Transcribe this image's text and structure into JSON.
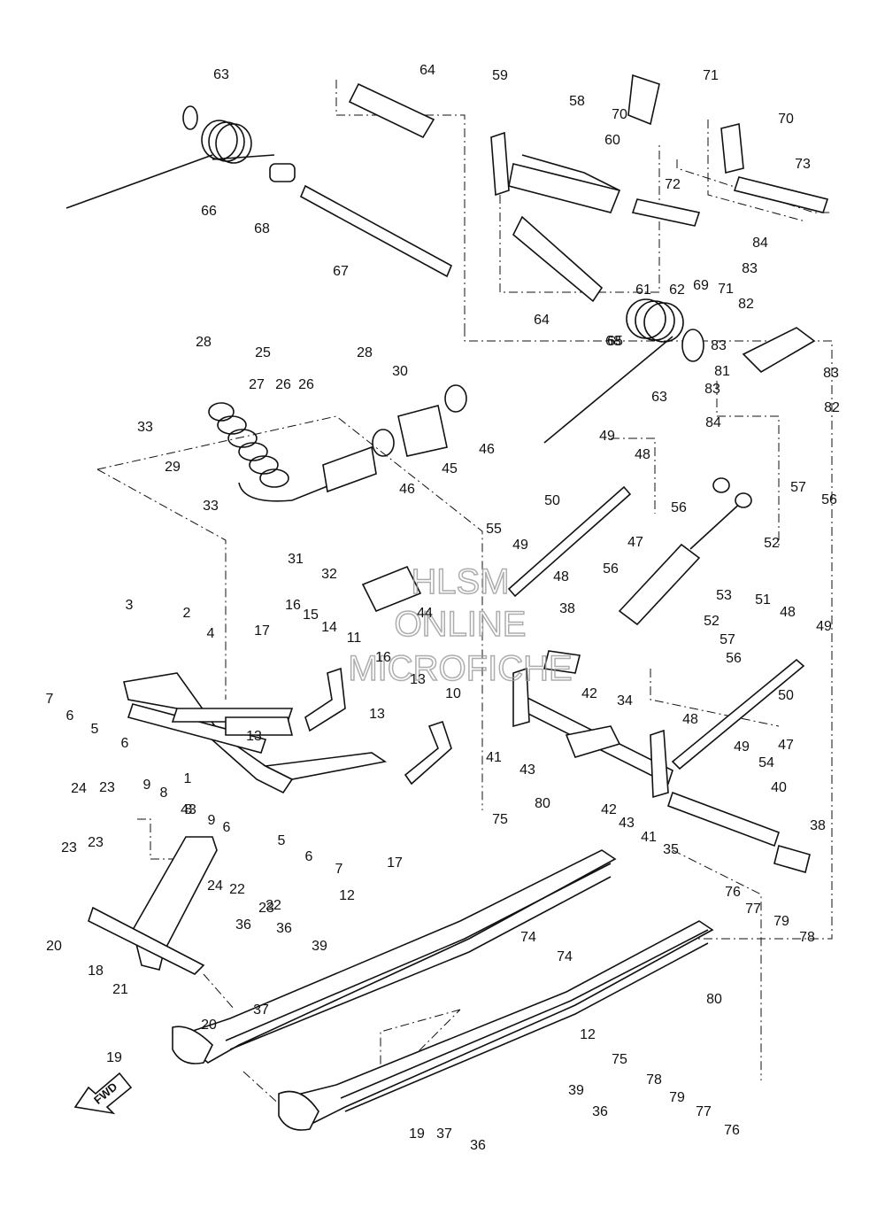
{
  "watermark": {
    "line1": "HLSM",
    "line2": "ONLINE",
    "line3": "MICROFICHE"
  },
  "direction_badge": "FWD",
  "callouts": [
    {
      "n": "63"
    },
    {
      "n": "64"
    },
    {
      "n": "59"
    },
    {
      "n": "70"
    },
    {
      "n": "71"
    },
    {
      "n": "58"
    },
    {
      "n": "60"
    },
    {
      "n": "72"
    },
    {
      "n": "70"
    },
    {
      "n": "73"
    },
    {
      "n": "66"
    },
    {
      "n": "68"
    },
    {
      "n": "67"
    },
    {
      "n": "61"
    },
    {
      "n": "62"
    },
    {
      "n": "69"
    },
    {
      "n": "71"
    },
    {
      "n": "84"
    },
    {
      "n": "83"
    },
    {
      "n": "82"
    },
    {
      "n": "64"
    },
    {
      "n": "68"
    },
    {
      "n": "65"
    },
    {
      "n": "63"
    },
    {
      "n": "83"
    },
    {
      "n": "81"
    },
    {
      "n": "83"
    },
    {
      "n": "83"
    },
    {
      "n": "82"
    },
    {
      "n": "84"
    },
    {
      "n": "28"
    },
    {
      "n": "25"
    },
    {
      "n": "27"
    },
    {
      "n": "26"
    },
    {
      "n": "26"
    },
    {
      "n": "28"
    },
    {
      "n": "30"
    },
    {
      "n": "33"
    },
    {
      "n": "29"
    },
    {
      "n": "46"
    },
    {
      "n": "45"
    },
    {
      "n": "46"
    },
    {
      "n": "33"
    },
    {
      "n": "49"
    },
    {
      "n": "48"
    },
    {
      "n": "50"
    },
    {
      "n": "56"
    },
    {
      "n": "57"
    },
    {
      "n": "56"
    },
    {
      "n": "52"
    },
    {
      "n": "31"
    },
    {
      "n": "32"
    },
    {
      "n": "55"
    },
    {
      "n": "49"
    },
    {
      "n": "47"
    },
    {
      "n": "48"
    },
    {
      "n": "56"
    },
    {
      "n": "53"
    },
    {
      "n": "51"
    },
    {
      "n": "44"
    },
    {
      "n": "38"
    },
    {
      "n": "52"
    },
    {
      "n": "48"
    },
    {
      "n": "57"
    },
    {
      "n": "49"
    },
    {
      "n": "56"
    },
    {
      "n": "3"
    },
    {
      "n": "2"
    },
    {
      "n": "4"
    },
    {
      "n": "17"
    },
    {
      "n": "16"
    },
    {
      "n": "15"
    },
    {
      "n": "14"
    },
    {
      "n": "11"
    },
    {
      "n": "16"
    },
    {
      "n": "7"
    },
    {
      "n": "6"
    },
    {
      "n": "5"
    },
    {
      "n": "13"
    },
    {
      "n": "13"
    },
    {
      "n": "10"
    },
    {
      "n": "42"
    },
    {
      "n": "34"
    },
    {
      "n": "50"
    },
    {
      "n": "13"
    },
    {
      "n": "41"
    },
    {
      "n": "43"
    },
    {
      "n": "47"
    },
    {
      "n": "48"
    },
    {
      "n": "49"
    },
    {
      "n": "6"
    },
    {
      "n": "9"
    },
    {
      "n": "8"
    },
    {
      "n": "1"
    },
    {
      "n": "43"
    },
    {
      "n": "54"
    },
    {
      "n": "8"
    },
    {
      "n": "9"
    },
    {
      "n": "6"
    },
    {
      "n": "42"
    },
    {
      "n": "43"
    },
    {
      "n": "40"
    },
    {
      "n": "24"
    },
    {
      "n": "23"
    },
    {
      "n": "41"
    },
    {
      "n": "5"
    },
    {
      "n": "6"
    },
    {
      "n": "7"
    },
    {
      "n": "17"
    },
    {
      "n": "75"
    },
    {
      "n": "80"
    },
    {
      "n": "35"
    },
    {
      "n": "38"
    },
    {
      "n": "22"
    },
    {
      "n": "23"
    },
    {
      "n": "23"
    },
    {
      "n": "24"
    },
    {
      "n": "23"
    },
    {
      "n": "22"
    },
    {
      "n": "12"
    },
    {
      "n": "36"
    },
    {
      "n": "36"
    },
    {
      "n": "20"
    },
    {
      "n": "18"
    },
    {
      "n": "21"
    },
    {
      "n": "39"
    },
    {
      "n": "74"
    },
    {
      "n": "74"
    },
    {
      "n": "76"
    },
    {
      "n": "77"
    },
    {
      "n": "79"
    },
    {
      "n": "78"
    },
    {
      "n": "80"
    },
    {
      "n": "37"
    },
    {
      "n": "20"
    },
    {
      "n": "19"
    },
    {
      "n": "12"
    },
    {
      "n": "75"
    },
    {
      "n": "78"
    },
    {
      "n": "79"
    },
    {
      "n": "77"
    },
    {
      "n": "76"
    },
    {
      "n": "39"
    },
    {
      "n": "36"
    },
    {
      "n": "37"
    },
    {
      "n": "19"
    },
    {
      "n": "36"
    }
  ]
}
